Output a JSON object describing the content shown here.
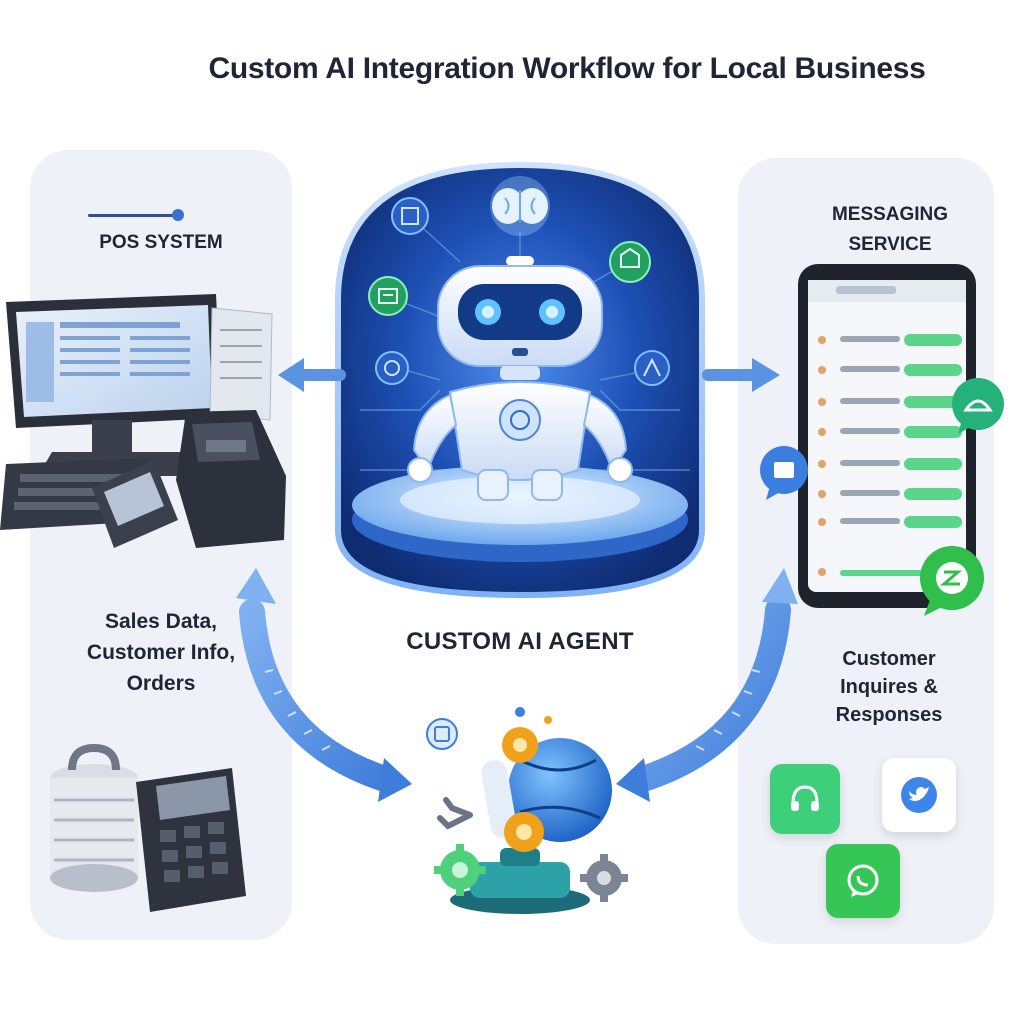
{
  "title": "Custom AI Integration Workflow for Local Business",
  "left_panel": {
    "heading": "POS SYSTEM",
    "data_lines": [
      "Sales Data,",
      "Customer Info,",
      "Orders"
    ]
  },
  "center": {
    "label": "CUSTOM AI AGENT"
  },
  "right_panel": {
    "heading_lines": [
      "MESSAGING",
      "SERVICE"
    ],
    "data_lines": [
      "Customer",
      "Inquires &",
      "Responses"
    ]
  },
  "icons": [
    "pos-terminal-icon",
    "receipt-printer-icon",
    "keyboard-icon",
    "card-reader-icon",
    "database-icon",
    "calculator-icon",
    "ai-robot-icon",
    "brain-icon",
    "smartphone-chat-icon",
    "chat-bubble-icon",
    "robotic-arm-icon",
    "gear-icon",
    "headset-app-icon",
    "twitter-app-icon",
    "whatsapp-app-icon"
  ],
  "colors": {
    "accent_blue": "#3c7ee0",
    "arrow_blue": "#5b93e3",
    "robot_glow": "#1d4fb3",
    "green": "#32c26a",
    "panel_bg": "#eef1f7"
  }
}
